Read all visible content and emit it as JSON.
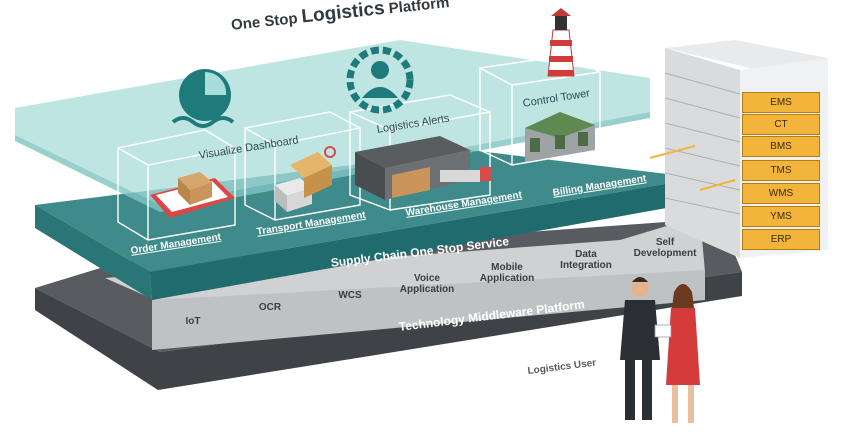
{
  "title_prefix": "One Stop",
  "title_main": "Logistics",
  "title_suffix": "Platform",
  "top_features": [
    "Visualize Dashboard",
    "Logistics Alerts",
    "Control Tower"
  ],
  "modules": [
    "Order Management",
    "Transport Management",
    "Warehouse Management",
    "Billing Management"
  ],
  "service_layer": "Supply Chain One Stop Service",
  "middleware_segments": [
    {
      "line1": "IoT",
      "line2": ""
    },
    {
      "line1": "OCR",
      "line2": ""
    },
    {
      "line1": "WCS",
      "line2": ""
    },
    {
      "line1": "Voice",
      "line2": "Application"
    },
    {
      "line1": "Mobile",
      "line2": "Application"
    },
    {
      "line1": "Data",
      "line2": "Integration"
    },
    {
      "line1": "Self",
      "line2": "Development"
    }
  ],
  "middleware_platform": "Technology Middleware Platform",
  "systems": [
    "EMS",
    "CT",
    "BMS",
    "TMS",
    "WMS",
    "YMS",
    "ERP"
  ],
  "user_label": "Logistics User",
  "colors": {
    "glass": "#a9dcda",
    "teal_top": "#3e8c8c",
    "teal_side": "#1f6b6e",
    "gray_top": "#c8cacc",
    "gray_side": "#4b4e52",
    "system_box": "#f2b43a",
    "icon_teal": "#1e7a7b"
  }
}
